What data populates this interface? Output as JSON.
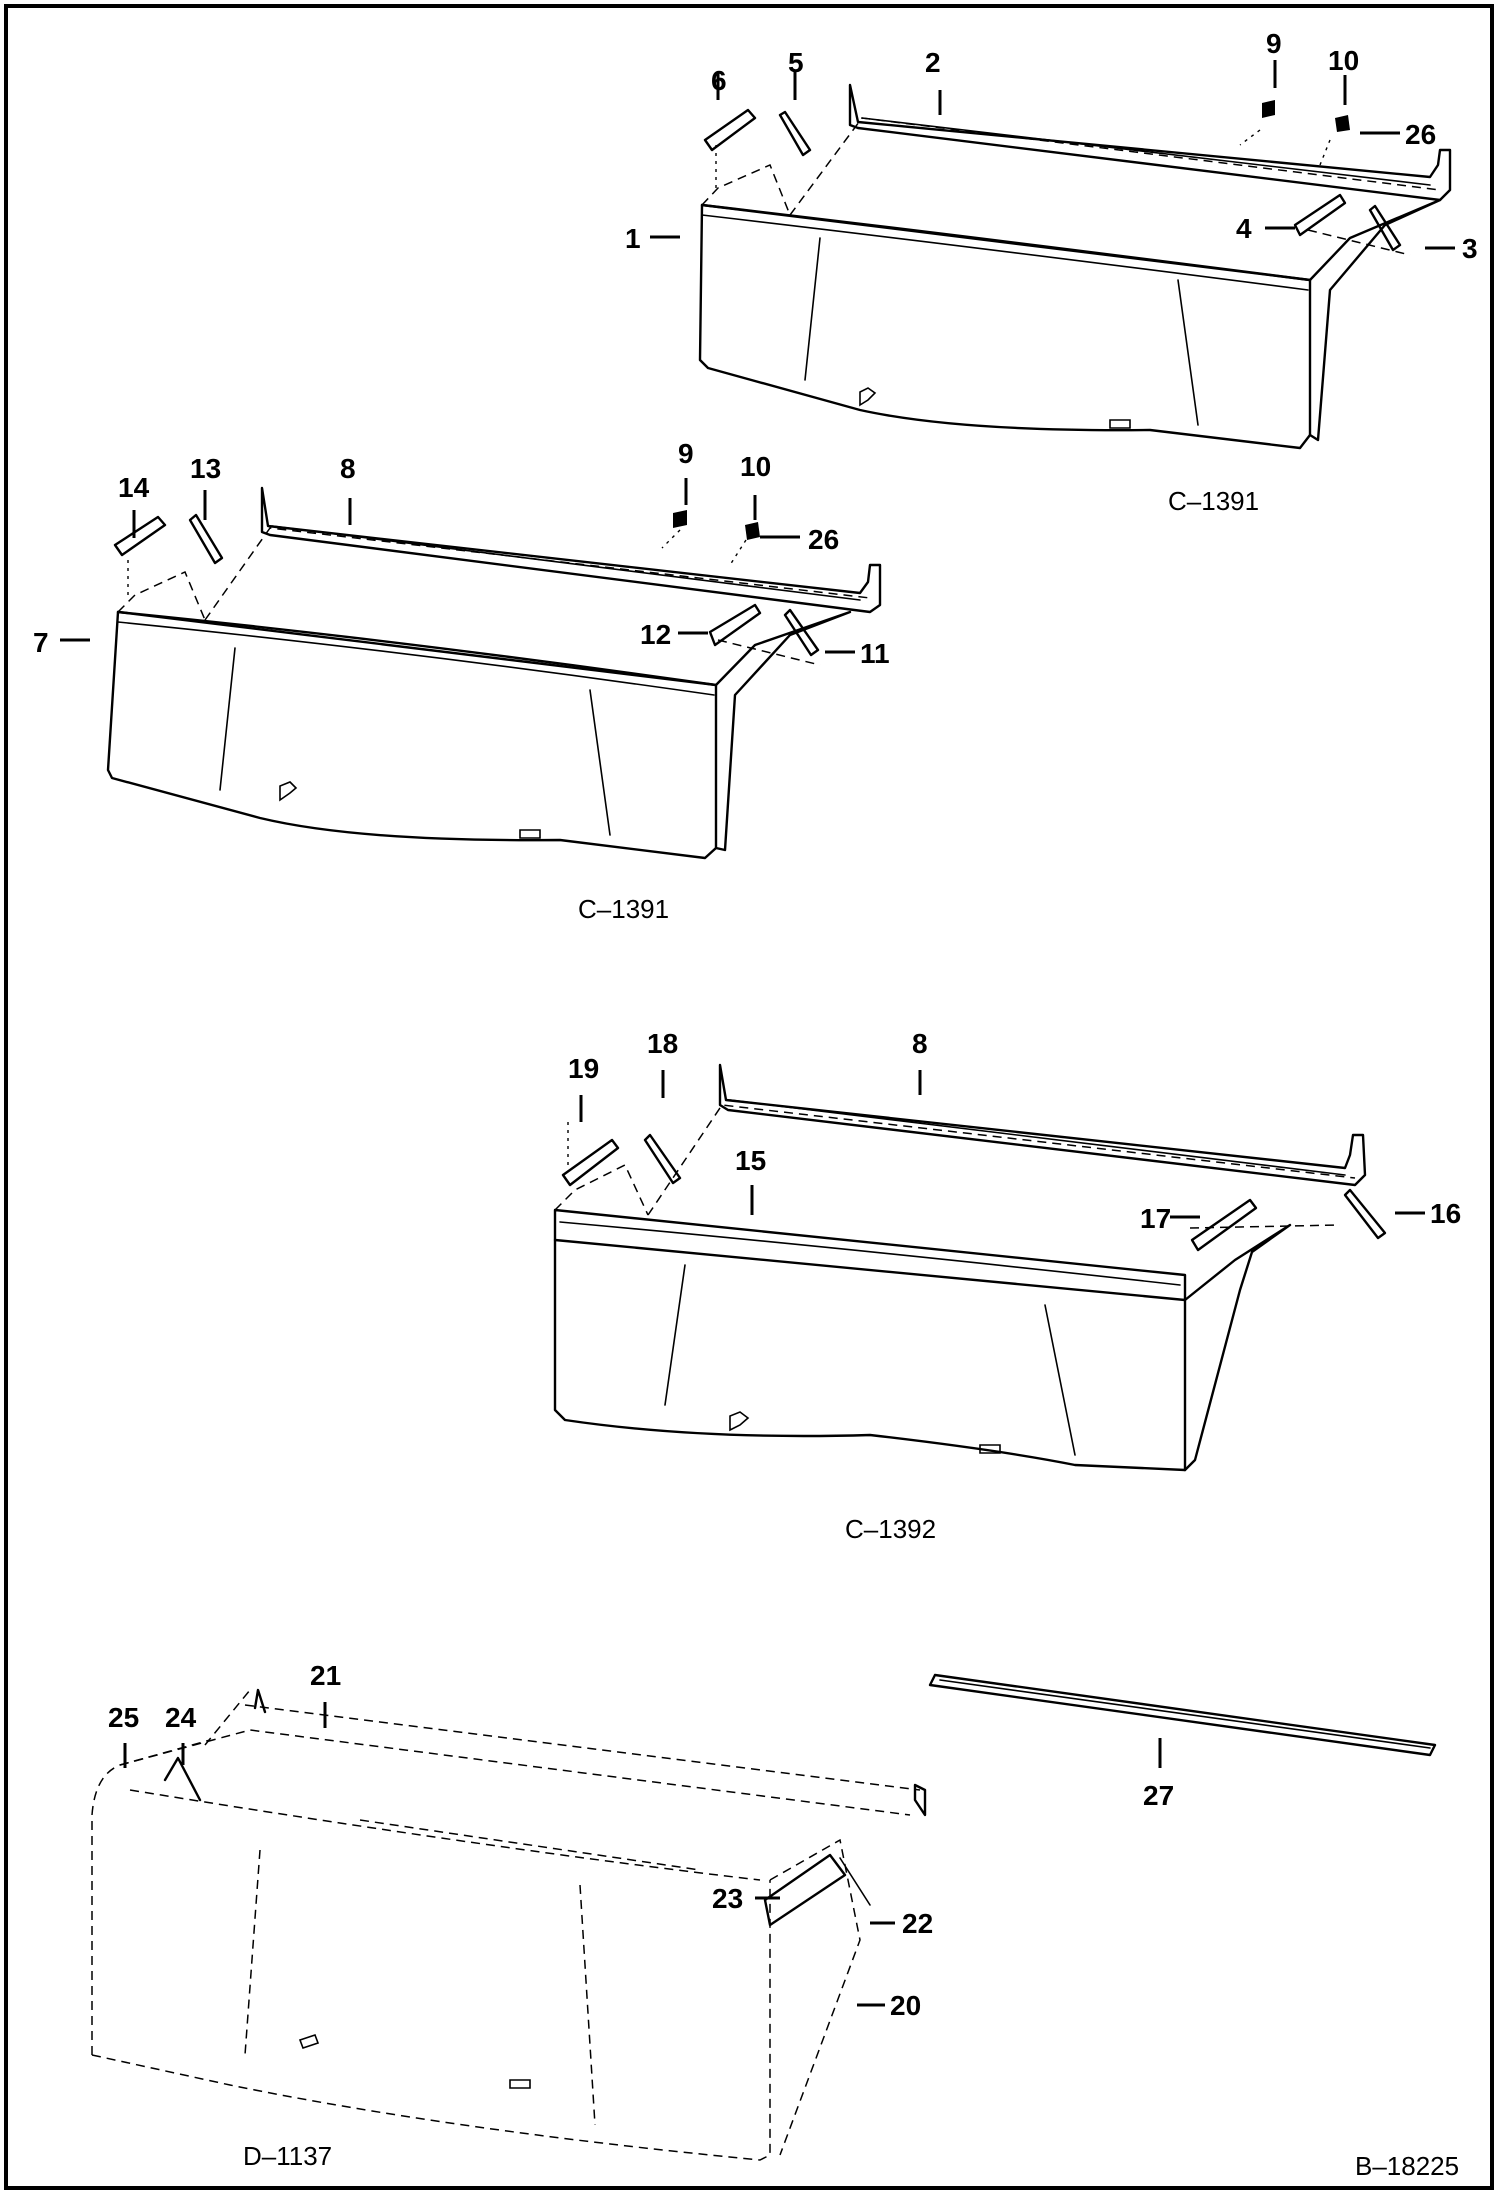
{
  "callouts": {
    "b1": [
      "1",
      "2",
      "3",
      "4",
      "5",
      "6",
      "9",
      "10",
      "26"
    ],
    "b2": [
      "7",
      "8",
      "9",
      "10",
      "11",
      "12",
      "13",
      "14",
      "26"
    ],
    "b3": [
      "8",
      "15",
      "16",
      "17",
      "18",
      "19"
    ],
    "b4": [
      "20",
      "21",
      "22",
      "23",
      "24",
      "25"
    ],
    "edge": [
      "27"
    ]
  },
  "refs": {
    "b1": "C–1391",
    "b2": "C–1391",
    "b3": "C–1392",
    "b4": "D–1137",
    "sheet": "B–18225"
  }
}
